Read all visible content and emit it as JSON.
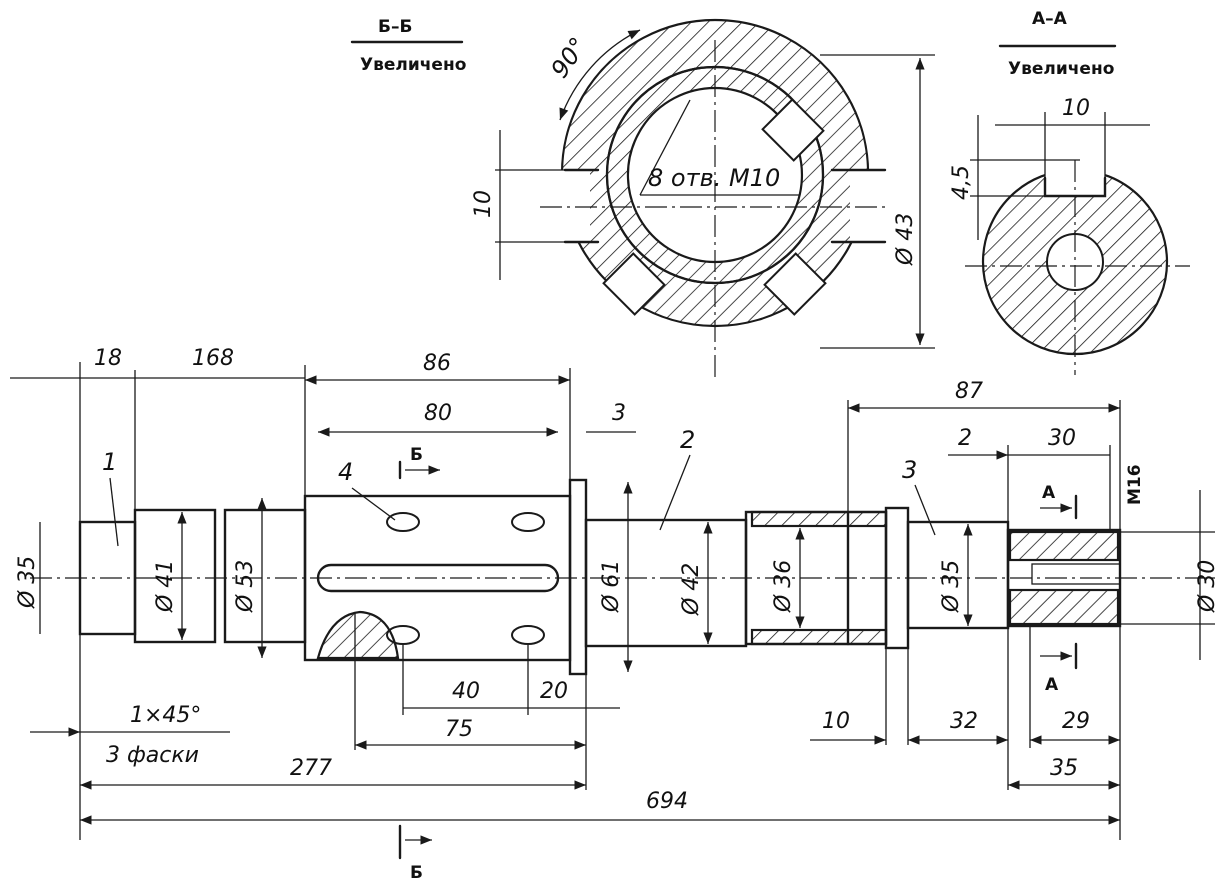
{
  "section_b": {
    "title": "Б–Б",
    "subtitle": "Увеличено",
    "angle": "90°",
    "holes": "8 отв. М10",
    "dia": "Ø 43",
    "key": "10"
  },
  "section_a": {
    "title": "А–А",
    "subtitle": "Увеличено",
    "key_width": "10",
    "key_depth": "4,5"
  },
  "dims": {
    "d18": "18",
    "d168": "168",
    "d86": "86",
    "d80": "80",
    "d3": "3",
    "d87": "87",
    "d2": "2",
    "d30": "30",
    "dM16": "М16",
    "dia35_left": "Ø 35",
    "dia41": "Ø 41",
    "dia53": "Ø 53",
    "dia61": "Ø 61",
    "dia42": "Ø 42",
    "dia36": "Ø 36",
    "dia35_right": "Ø 35",
    "dia30": "Ø 30",
    "d40": "40",
    "d20": "20",
    "d75": "75",
    "d10": "10",
    "d32": "32",
    "d29": "29",
    "d35": "35",
    "d277": "277",
    "d694": "694",
    "chamfer": "1×45°",
    "chamfer_note": "3 фаски"
  },
  "labels": {
    "p1": "1",
    "p2": "2",
    "p3": "3",
    "p4": "4",
    "sec_a": "А",
    "sec_b": "Б"
  }
}
